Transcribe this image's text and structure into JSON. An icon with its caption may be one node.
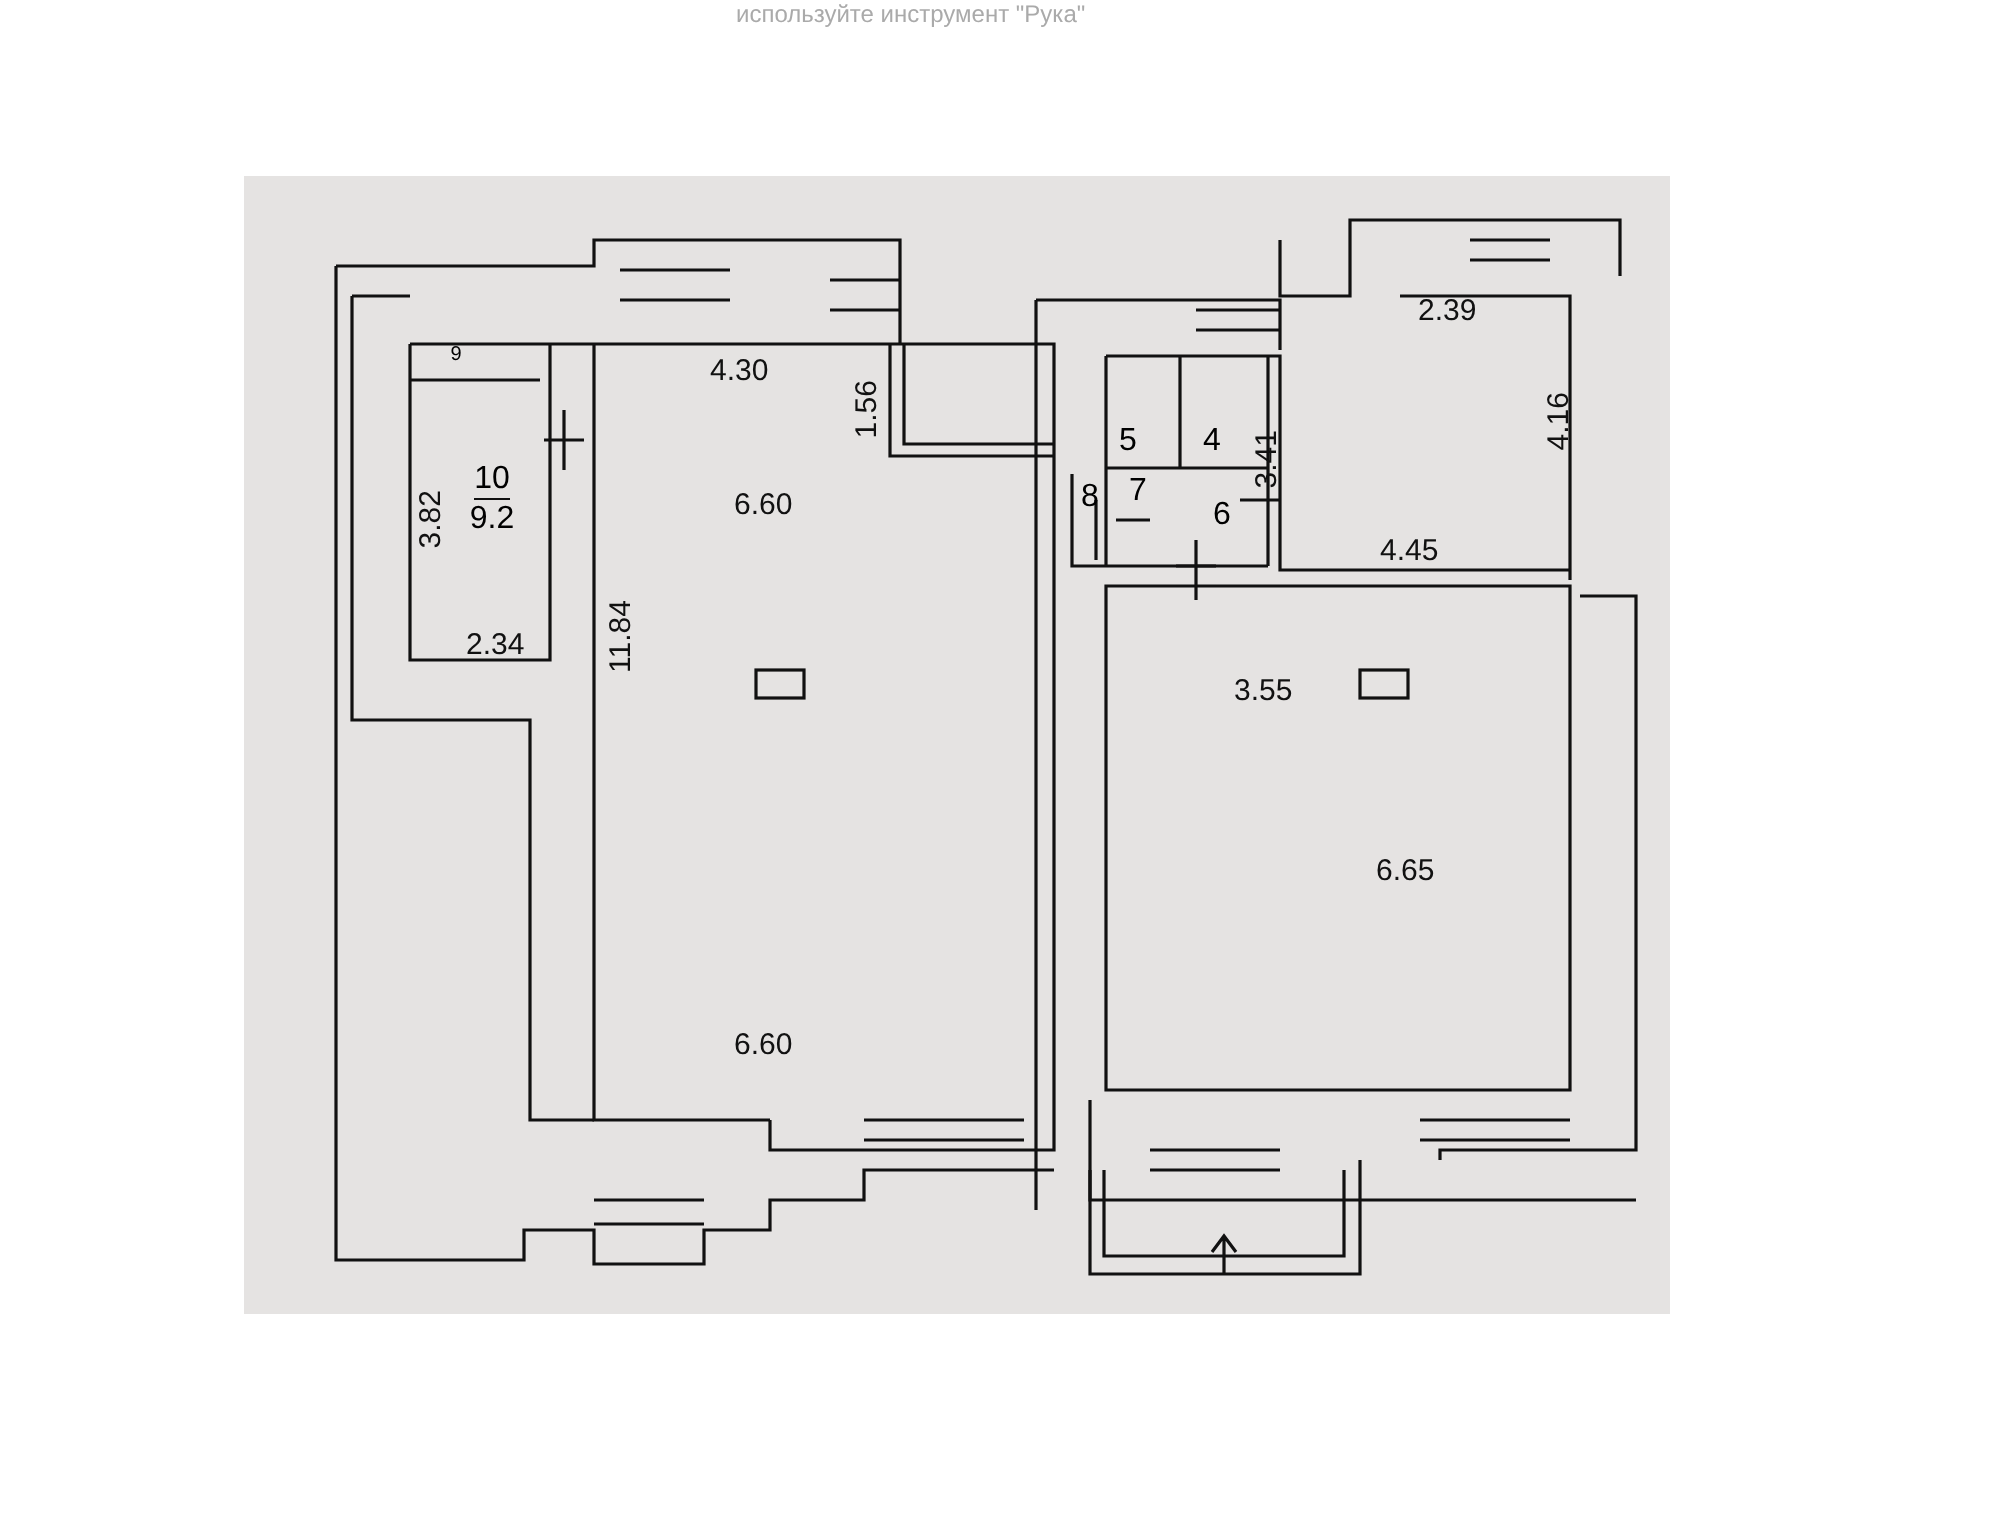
{
  "diagram": {
    "nodes": [
      {
        "text": [
          "9"
        ]
      },
      {
        "text": [
          "10",
          "9.2"
        ]
      },
      {
        "text": [
          "5"
        ]
      },
      {
        "text": [
          "4"
        ]
      },
      {
        "text": [
          "8"
        ]
      },
      {
        "text": [
          "7"
        ]
      },
      {
        "text": [
          "6"
        ]
      }
    ],
    "labels": [
      "используйте инструмент \"Рука\"",
      "4.30",
      "1.56",
      "6.60",
      "3.82",
      "2.34",
      "11.84",
      "2.39",
      "4.16",
      "3.41",
      "4.45",
      "3.55",
      "6.65",
      "6.60"
    ]
  }
}
